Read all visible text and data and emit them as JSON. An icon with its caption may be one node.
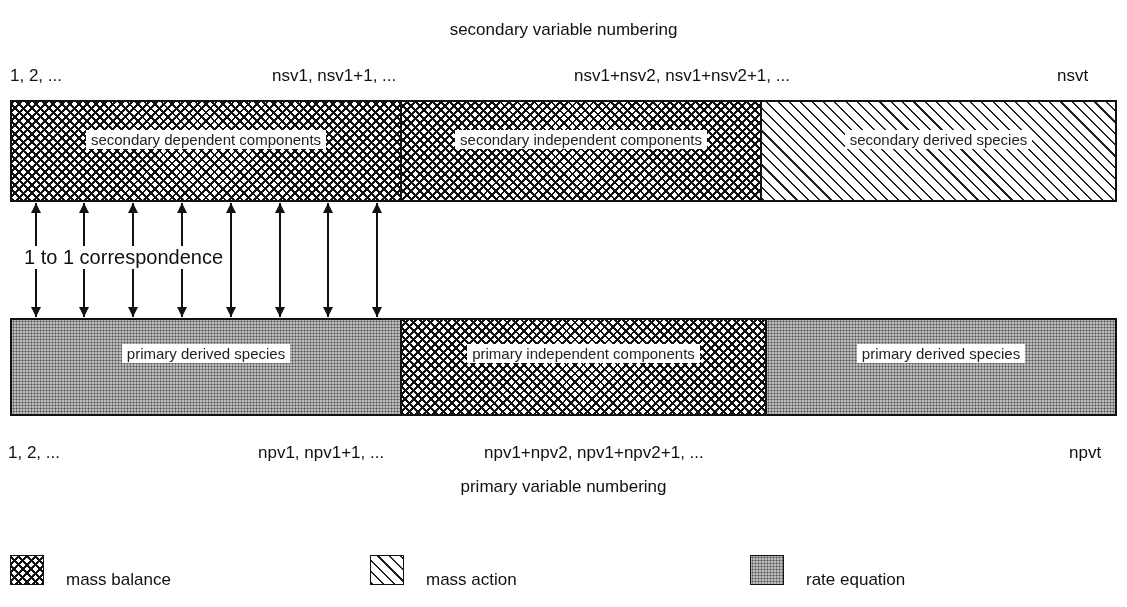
{
  "diagram": {
    "nodes": [
      {
        "text": [
          "secondary dependent components"
        ]
      },
      {
        "text": [
          "secondary independent components"
        ]
      },
      {
        "text": [
          "secondary derived species"
        ]
      },
      {
        "text": [
          "primary derived species"
        ]
      },
      {
        "text": [
          "primary independent components"
        ]
      },
      {
        "text": [
          "primary derived species"
        ]
      }
    ],
    "edges": [
      {
        "from": 0,
        "to": 3,
        "arrow": "both"
      },
      {
        "from": 0,
        "to": 3,
        "arrow": "both"
      },
      {
        "from": 0,
        "to": 3,
        "arrow": "both"
      },
      {
        "from": 0,
        "to": 3,
        "arrow": "both"
      },
      {
        "from": 0,
        "to": 3,
        "arrow": "both"
      },
      {
        "from": 0,
        "to": 3,
        "arrow": "both"
      },
      {
        "from": 0,
        "to": 3,
        "arrow": "both"
      },
      {
        "from": 0,
        "to": 3,
        "arrow": "both"
      }
    ],
    "labels": [
      "secondary variable numbering",
      "1, 2, ...",
      "nsv1, nsv1+1, ...",
      "nsv1+nsv2, nsv1+nsv2+1, ...",
      "nsvt",
      "1 to 1 correspondence",
      "1, 2, ...",
      "npv1, npv1+1, ...",
      "npv1+npv2, npv1+npv2+1, ...",
      "npvt",
      "primary variable numbering"
    ],
    "legend": [
      {
        "text": "mass balance"
      },
      {
        "text": "mass action"
      },
      {
        "text": "rate equation"
      }
    ]
  }
}
